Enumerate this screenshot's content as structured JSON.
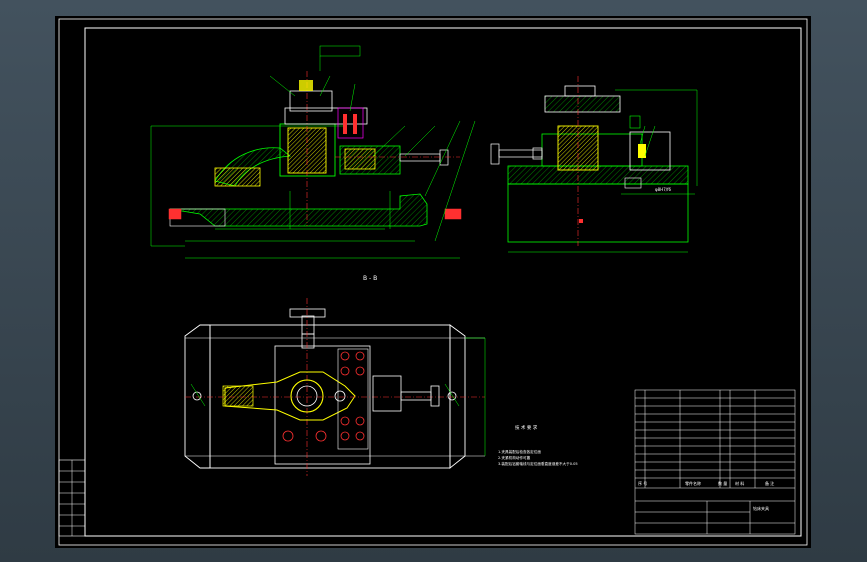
{
  "colors": {
    "background": "#000000",
    "border": "#ffffff",
    "outline": "#00ff00",
    "centerline": "#ff3030",
    "hatch": "#ffff00",
    "dimension": "#00ffff",
    "part": "#ffffff",
    "accent": "#ff00ff"
  },
  "views": {
    "front": {
      "name": "front-view"
    },
    "side": {
      "name": "side-view"
    },
    "top": {
      "name": "top-view"
    }
  },
  "labels": {
    "section_mark": "B - B",
    "side_tag": "φ8H7/f6",
    "tech_title": "技 术 要 求",
    "title_block_name": "钻床夹具",
    "col_seq": "序 号",
    "col_part": "零件名称",
    "col_qty": "数 量",
    "col_mat": "材 料",
    "col_note": "备 注"
  },
  "tech_notes": [
    "1.夹具装配后检查各定位面",
    "2.夹紧机构动作可靠",
    "3.装配后钻套轴线与定位面垂直度误差不大于0.05"
  ],
  "icons": {
    "clamp_handle": "tee-handle-icon",
    "hex_nut": "hex-nut-icon",
    "screw": "screw-icon"
  }
}
